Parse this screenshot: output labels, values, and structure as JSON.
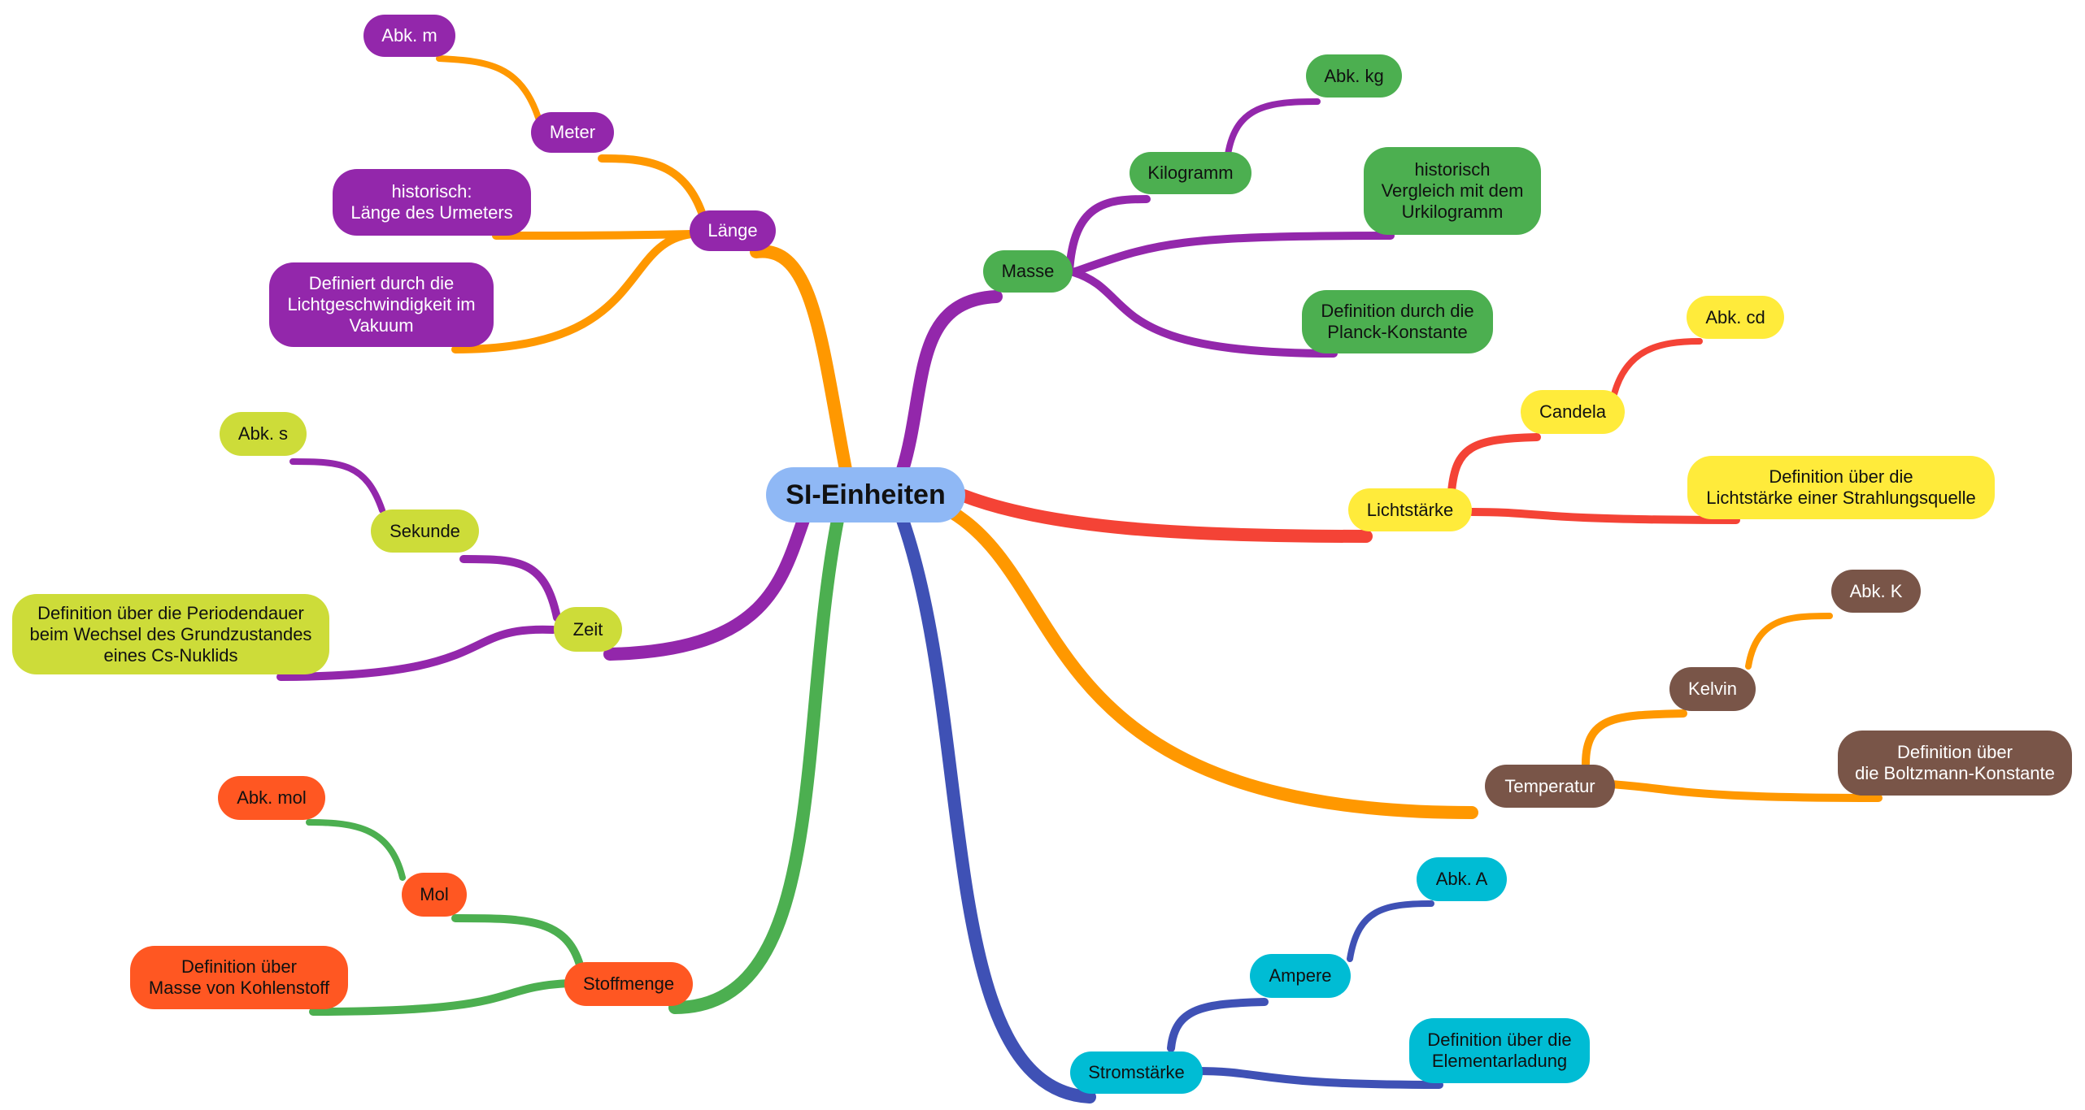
{
  "mindmap": {
    "root": {
      "label": "SI-Einheiten",
      "color": "#8fb8f5"
    },
    "colors": {
      "purple": "#9327ab",
      "green": "#4caf50",
      "yellow": "#ffeb3b",
      "lime": "#cddc39",
      "brown": "#795548",
      "orange_red": "#ff5722",
      "cyan": "#00bcd4",
      "edge_orange": "#ff9800",
      "edge_red": "#f44336",
      "edge_blue": "#3f51b5"
    },
    "branches": {
      "laenge": {
        "label": "Länge",
        "unit": "Meter",
        "abbr": "Abk. m",
        "hist": "historisch:\nLänge des Urmeters",
        "def": "Definiert durch die\nLichtgeschwindigkeit im\nVakuum"
      },
      "masse": {
        "label": "Masse",
        "unit": "Kilogramm",
        "abbr": "Abk. kg",
        "hist": "historisch\nVergleich mit dem\nUrkilogramm",
        "def": "Definition durch die\nPlanck-Konstante"
      },
      "licht": {
        "label": "Lichtstärke",
        "unit": "Candela",
        "abbr": "Abk. cd",
        "def": "Definition über die\nLichtstärke einer Strahlungsquelle"
      },
      "zeit": {
        "label": "Zeit",
        "unit": "Sekunde",
        "abbr": "Abk. s",
        "def": "Definition über die Periodendauer\nbeim Wechsel des Grundzustandes\neines Cs-Nuklids"
      },
      "temp": {
        "label": "Temperatur",
        "unit": "Kelvin",
        "abbr": "Abk. K",
        "def": "Definition über\ndie Boltzmann-Konstante"
      },
      "stoff": {
        "label": "Stoffmenge",
        "unit": "Mol",
        "abbr": "Abk. mol",
        "def": "Definition über\nMasse von Kohlenstoff"
      },
      "strom": {
        "label": "Stromstärke",
        "unit": "Ampere",
        "abbr": "Abk. A",
        "def": "Definition über die\nElementarladung"
      }
    }
  }
}
